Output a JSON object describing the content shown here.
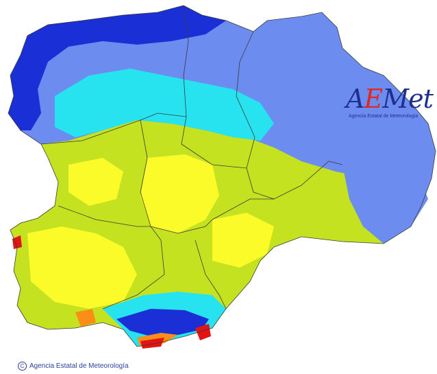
{
  "map": {
    "palette": {
      "dark_blue": "#1a2fd6",
      "medium_blue": "#6d8cf0",
      "cyan": "#27e2ef",
      "yellow_green": "#c4e21f",
      "yellow": "#fbfb2a",
      "orange": "#fb8e16",
      "red": "#e31414",
      "border": "#3a3a3a"
    }
  },
  "logo": {
    "word_a": "A",
    "word_e": "E",
    "word_rest": "Met",
    "subtitle": "Agencia Estatal de Meteorología"
  },
  "footer": {
    "copyright_symbol": "C",
    "copyright_text": "Agencia Estatal de Meteorología"
  }
}
